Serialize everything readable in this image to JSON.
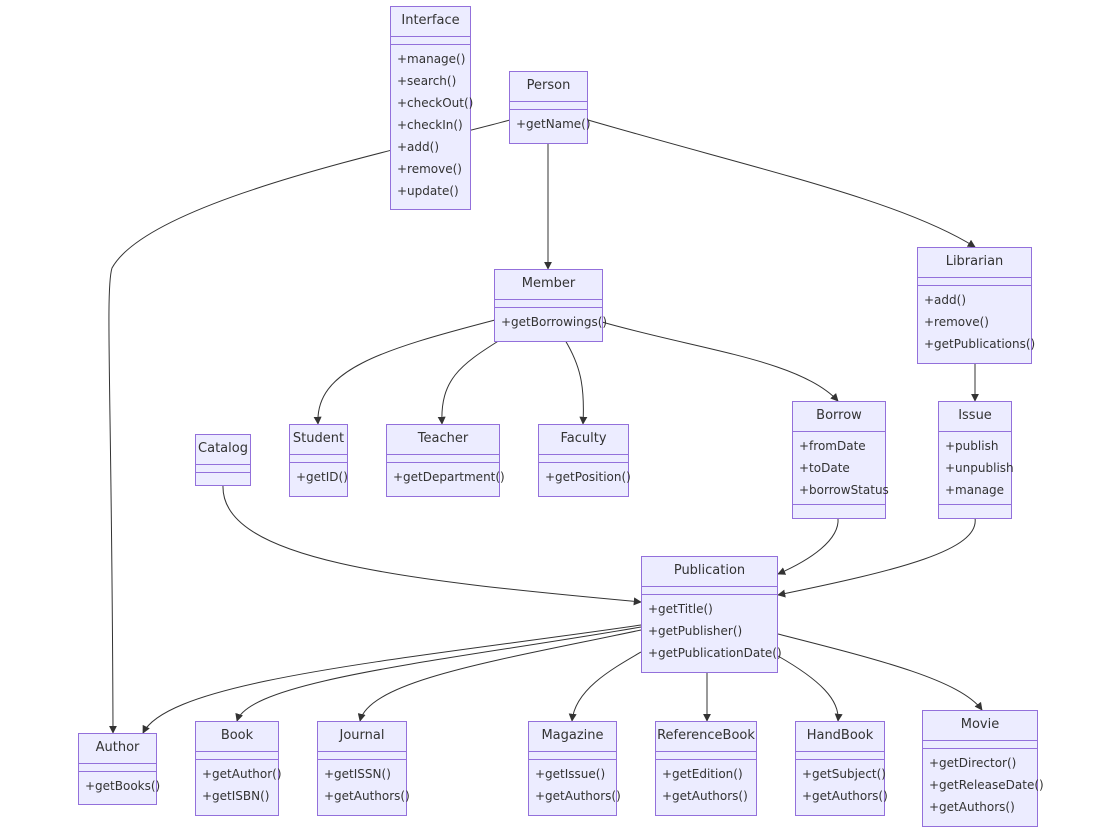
{
  "classes": {
    "interface": {
      "name": "Interface",
      "attributes": [],
      "methods": [
        "+manage()",
        "+search()",
        "+checkOut()",
        "+checkIn()",
        "+add()",
        "+remove()",
        "+update()"
      ]
    },
    "person": {
      "name": "Person",
      "attributes": [],
      "methods": [
        "+getName()"
      ]
    },
    "librarian": {
      "name": "Librarian",
      "attributes": [],
      "methods": [
        "+add()",
        "+remove()",
        "+getPublications()"
      ]
    },
    "member": {
      "name": "Member",
      "attributes": [],
      "methods": [
        "+getBorrowings()"
      ]
    },
    "catalog": {
      "name": "Catalog",
      "attributes": [],
      "methods": []
    },
    "student": {
      "name": "Student",
      "attributes": [],
      "methods": [
        "+getID()"
      ]
    },
    "teacher": {
      "name": "Teacher",
      "attributes": [],
      "methods": [
        "+getDepartment()"
      ]
    },
    "faculty": {
      "name": "Faculty",
      "attributes": [],
      "methods": [
        "+getPosition()"
      ]
    },
    "borrow": {
      "name": "Borrow",
      "attributes": [
        "+fromDate",
        "+toDate",
        "+borrowStatus"
      ],
      "methods": []
    },
    "issue": {
      "name": "Issue",
      "attributes": [
        "+publish",
        "+unpublish",
        "+manage"
      ],
      "methods": []
    },
    "publication": {
      "name": "Publication",
      "attributes": [],
      "methods": [
        "+getTitle()",
        "+getPublisher()",
        "+getPublicationDate()"
      ]
    },
    "author": {
      "name": "Author",
      "attributes": [],
      "methods": [
        "+getBooks()"
      ]
    },
    "book": {
      "name": "Book",
      "attributes": [],
      "methods": [
        "+getAuthor()",
        "+getISBN()"
      ]
    },
    "journal": {
      "name": "Journal",
      "attributes": [],
      "methods": [
        "+getISSN()",
        "+getAuthors()"
      ]
    },
    "magazine": {
      "name": "Magazine",
      "attributes": [],
      "methods": [
        "+getIssue()",
        "+getAuthors()"
      ]
    },
    "referencebook": {
      "name": "ReferenceBook",
      "attributes": [],
      "methods": [
        "+getEdition()",
        "+getAuthors()"
      ]
    },
    "handbook": {
      "name": "HandBook",
      "attributes": [],
      "methods": [
        "+getSubject()",
        "+getAuthors()"
      ]
    },
    "movie": {
      "name": "Movie",
      "attributes": [],
      "methods": [
        "+getDirector()",
        "+getReleaseDate()",
        "+getAuthors()"
      ]
    }
  },
  "relations": [
    [
      "person",
      "member"
    ],
    [
      "person",
      "librarian"
    ],
    [
      "person",
      "author"
    ],
    [
      "member",
      "student"
    ],
    [
      "member",
      "teacher"
    ],
    [
      "member",
      "faculty"
    ],
    [
      "member",
      "borrow"
    ],
    [
      "librarian",
      "issue"
    ],
    [
      "borrow",
      "publication"
    ],
    [
      "issue",
      "publication"
    ],
    [
      "catalog",
      "publication"
    ],
    [
      "publication",
      "author"
    ],
    [
      "publication",
      "book"
    ],
    [
      "publication",
      "journal"
    ],
    [
      "publication",
      "magazine"
    ],
    [
      "publication",
      "referencebook"
    ],
    [
      "publication",
      "handbook"
    ],
    [
      "publication",
      "movie"
    ]
  ],
  "colors": {
    "fill": "#ECECFF",
    "border": "#9370DB",
    "edge": "#333333"
  }
}
